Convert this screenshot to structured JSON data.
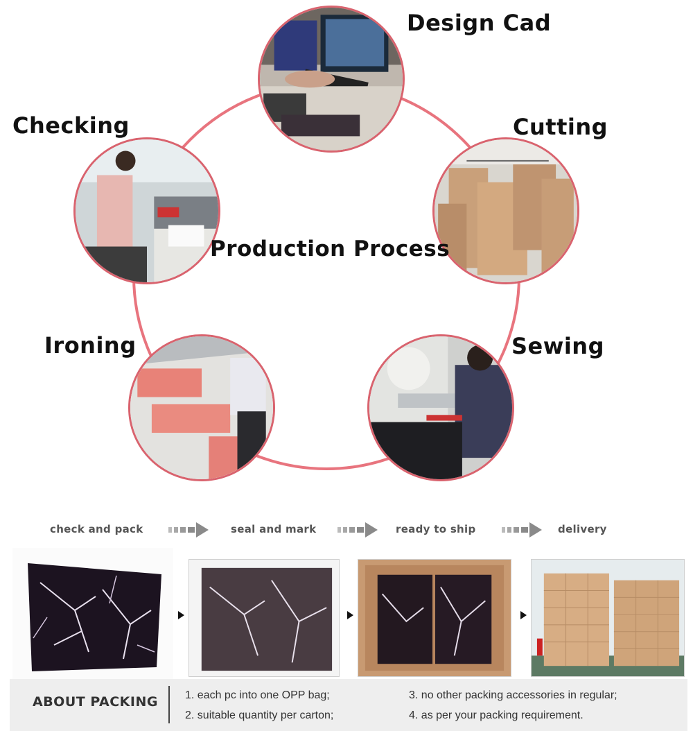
{
  "process": {
    "title": "Production Process",
    "steps": {
      "design": "Design Cad",
      "cutting": "Cutting",
      "sewing": "Sewing",
      "ironing": "Ironing",
      "checking": "Checking"
    },
    "ring_color": "#e8747e"
  },
  "flow": {
    "steps": [
      "check and pack",
      "seal and mark",
      "ready to ship",
      "delivery"
    ],
    "arrow_color": "#8a8a8a"
  },
  "about": {
    "title": "ABOUT PACKING",
    "items": [
      "1. each pc into one OPP bag;",
      "2. suitable quantity per carton;",
      "3. no other packing accessories in regular;",
      "4. as per your packing requirement."
    ]
  }
}
